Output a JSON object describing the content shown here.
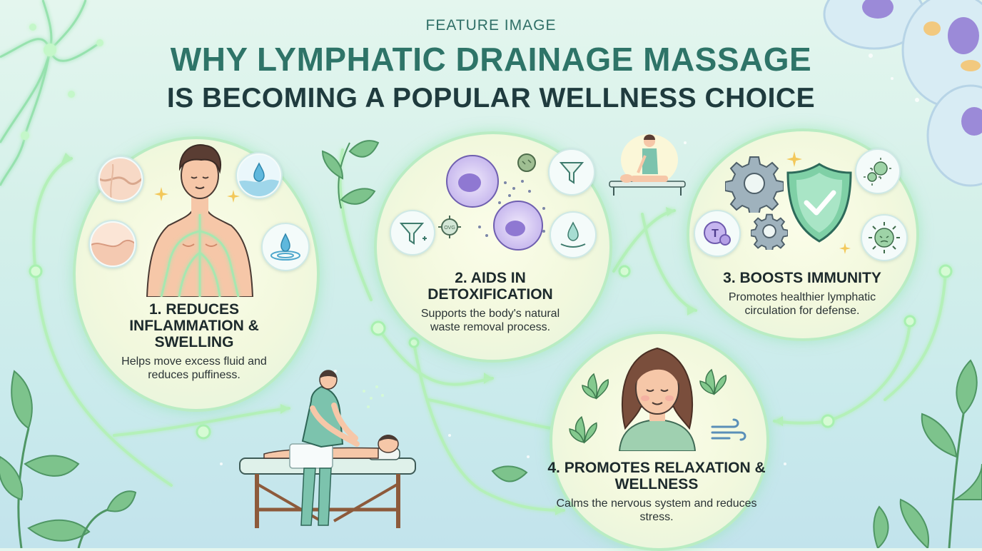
{
  "header": {
    "kicker": "FEATURE IMAGE",
    "title_line1": "WHY LYMPHATIC DRAINAGE MASSAGE",
    "title_line2": "IS BECOMING A POPULAR WELLNESS CHOICE"
  },
  "benefits": [
    {
      "title": "1. REDUCES INFLAMMATION & SWELLING",
      "description": "Helps move excess fluid and reduces puffiness."
    },
    {
      "title": "2. AIDS IN DETOXIFICATION",
      "description": "Supports the body's natural waste removal process."
    },
    {
      "title": "3. BOOSTS IMMUNITY",
      "description": "Promotes healthier lymphatic circulation for defense."
    },
    {
      "title": "4. PROMOTES RELAXATION & WELLNESS",
      "description": "Calms the nervous system and reduces stress."
    }
  ],
  "icons": {
    "cell_label": "OVG",
    "tcell_label": "T"
  },
  "colors": {
    "title_teal": "#2e7468",
    "title_dark": "#1f3b3e",
    "glow_green": "#a8f0b0",
    "shield_green": "#6cc79a"
  }
}
